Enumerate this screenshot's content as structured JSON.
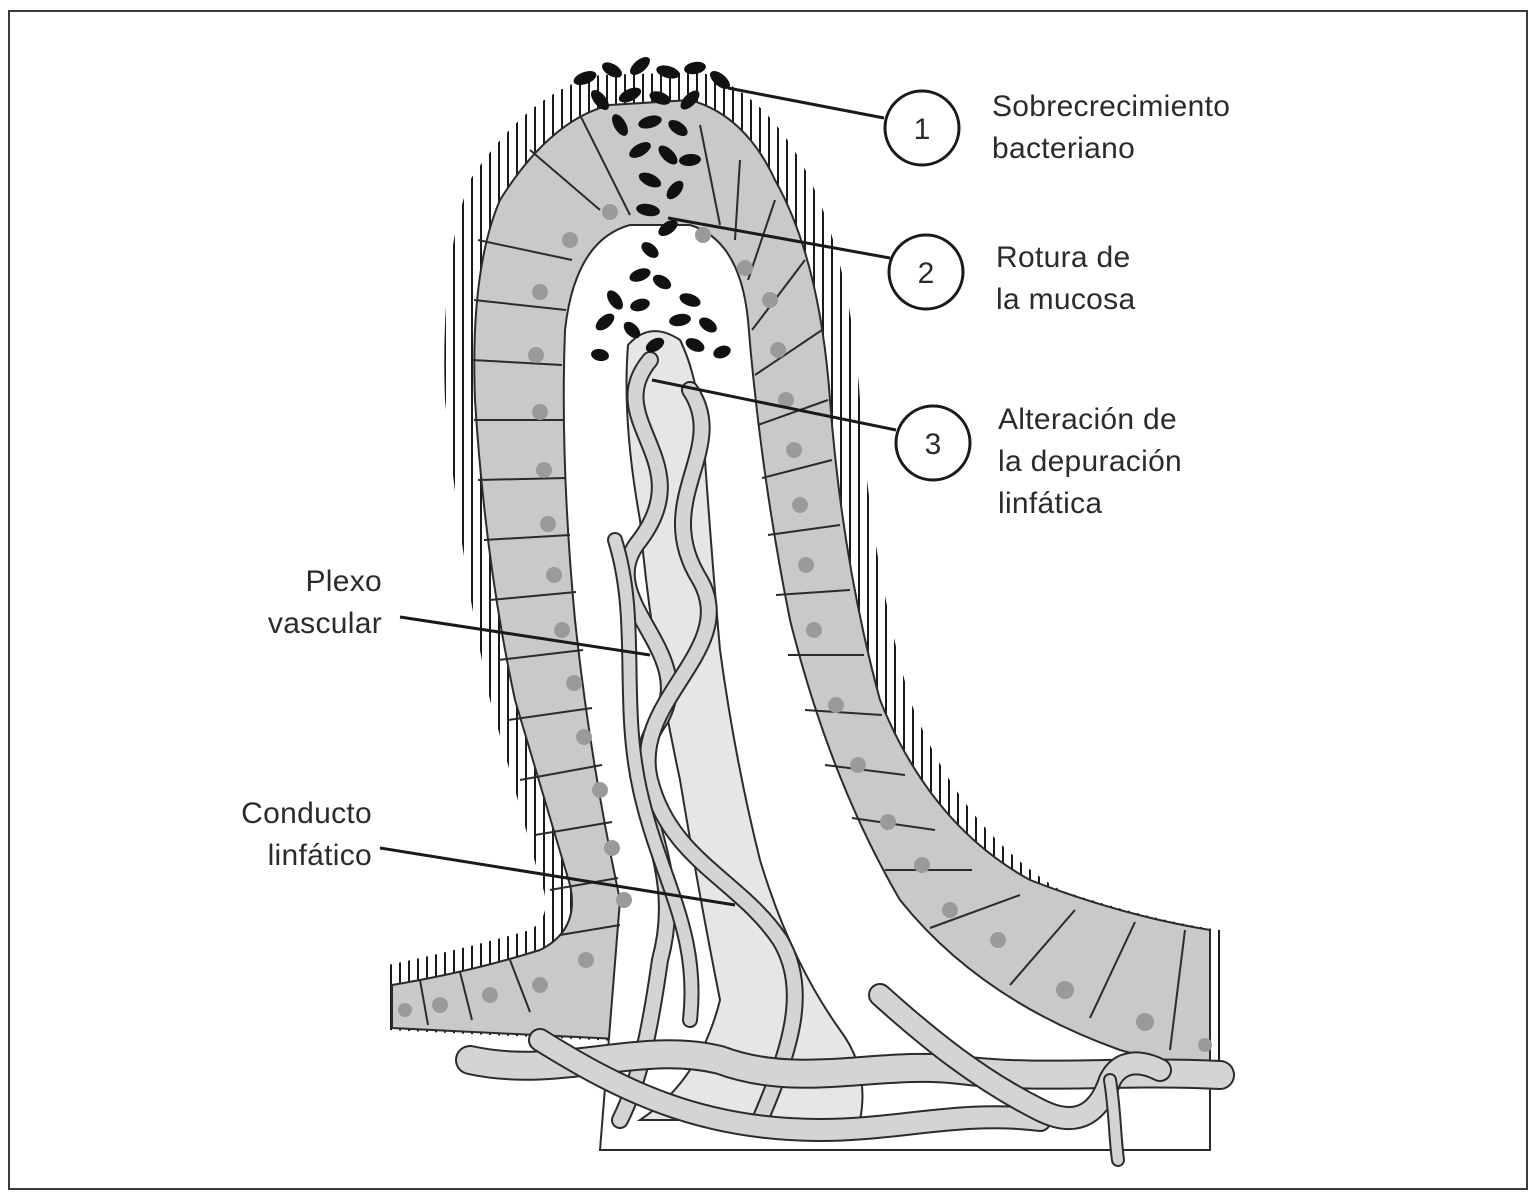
{
  "callouts": [
    {
      "number": "1",
      "lines": [
        "Sobrecrecimiento",
        "bacteriano"
      ]
    },
    {
      "number": "2",
      "lines": [
        "Rotura de",
        "la mucosa"
      ]
    },
    {
      "number": "3",
      "lines": [
        "Alteración de",
        "la depuración",
        "linfática"
      ]
    }
  ],
  "side_labels": {
    "vascular": [
      "Plexo",
      "vascular"
    ],
    "lymphatic": [
      "Conducto",
      "linfático"
    ]
  },
  "colors": {
    "cell_fill": "#c9c9c9",
    "nucleus": "#9a9a9a",
    "vessel_fill": "#d4d4d4",
    "lacteal_fill": "#e6e6e6",
    "bacteria": "#111111",
    "outline": "#2b2b2b"
  }
}
